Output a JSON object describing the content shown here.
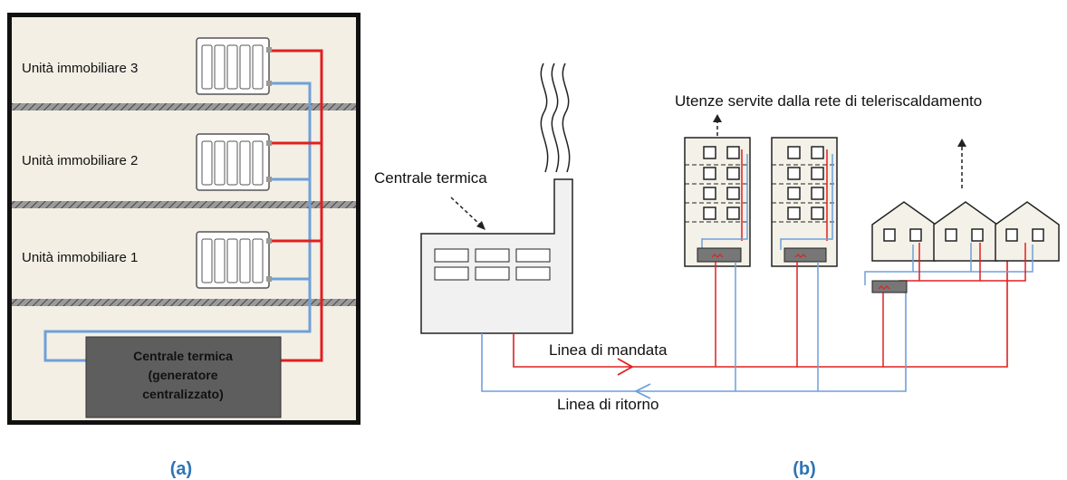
{
  "panel_a": {
    "unit_3": "Unità immobiliare 3",
    "unit_2": "Unità immobiliare 2",
    "unit_1": "Unità immobiliare 1",
    "generator_line1": "Centrale termica",
    "generator_line2": "(generatore",
    "generator_line3": "centralizzato)",
    "caption": "(a)"
  },
  "panel_b": {
    "plant_label": "Centrale termica",
    "users_label": "Utenze servite dalla rete di teleriscaldamento",
    "supply_label": "Linea di mandata",
    "return_label": "Linea di ritorno",
    "caption": "(b)"
  },
  "colors": {
    "supply": "#e02020",
    "return": "#6fa0d8",
    "caption": "#2e74b5",
    "floor": "#f3efe5",
    "generator": "#5e5e5e",
    "building": "#f4f1e8"
  }
}
